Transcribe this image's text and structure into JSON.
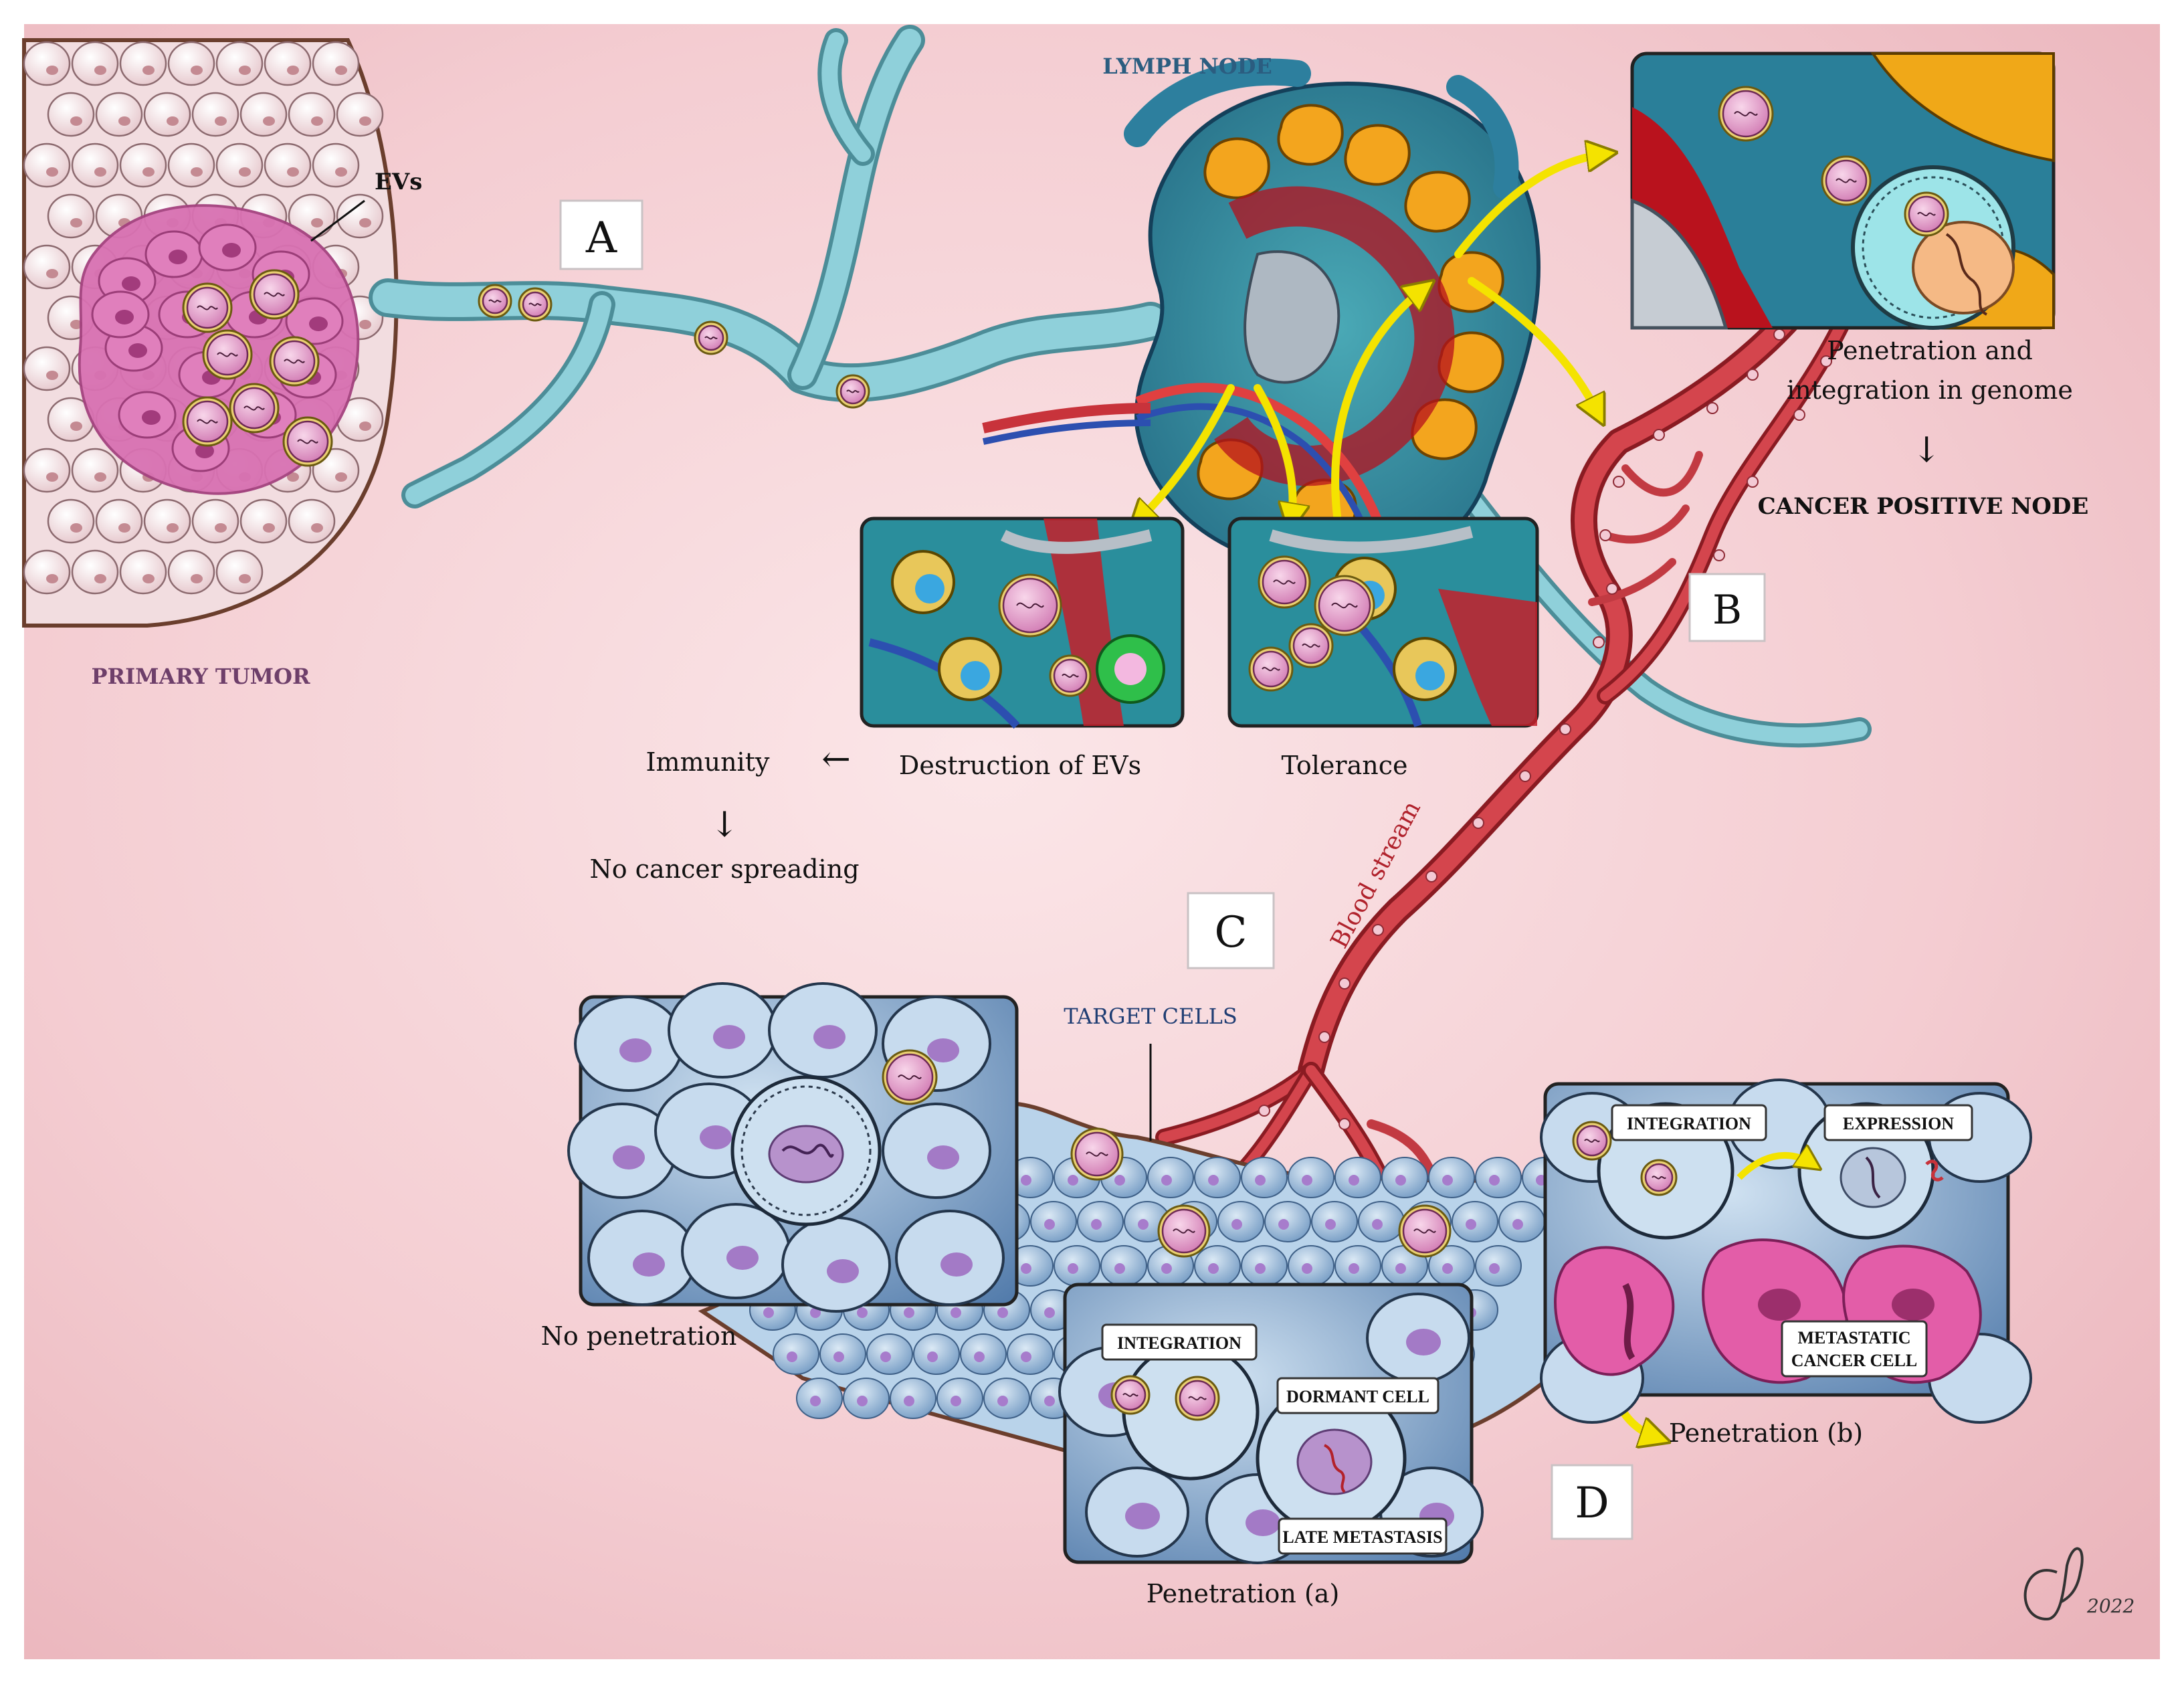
{
  "labels": {
    "evs": "EVs",
    "primary_tumor": "PRIMARY TUMOR",
    "lymph_node": "LYMPH NODE",
    "letter_a": "A",
    "letter_b": "B",
    "letter_c": "C",
    "letter_d": "D",
    "penetration_line1": "Penetration and",
    "penetration_line2": "integration in genome",
    "down_arrow": "↓",
    "cancer_positive_node": "CANCER POSITIVE NODE",
    "destruction": "Destruction of EVs",
    "tolerance": "Tolerance",
    "immunity": "Immunity",
    "left_arrow": "←",
    "no_cancer_spreading": "No cancer spreading",
    "blood_stream": "Blood stream",
    "target_cells": "TARGET CELLS",
    "no_penetration": "No penetration",
    "penetration_a": "Penetration (a)",
    "penetration_b": "Penetration (b)",
    "integration_a": "INTEGRATION",
    "dormant_cell": "DORMANT CELL",
    "late_metastasis": "LATE METASTASIS",
    "integration_b": "INTEGRATION",
    "expression": "EXPRESSION",
    "metastatic_line1": "METASTATIC",
    "metastatic_line2": "CANCER CELL",
    "signature": "2022"
  },
  "colors": {
    "background": "#f6d4d8",
    "lymph_vessel": "#7ec3cf",
    "blood_vessel": "#c8333b",
    "ev": "#e9a7cf",
    "arrow": "#f4e300",
    "tumor_label": "#6e3f6a",
    "lymph_label": "#2b5d80",
    "target_label": "#1f3d73",
    "blood_label": "#b0222c"
  }
}
